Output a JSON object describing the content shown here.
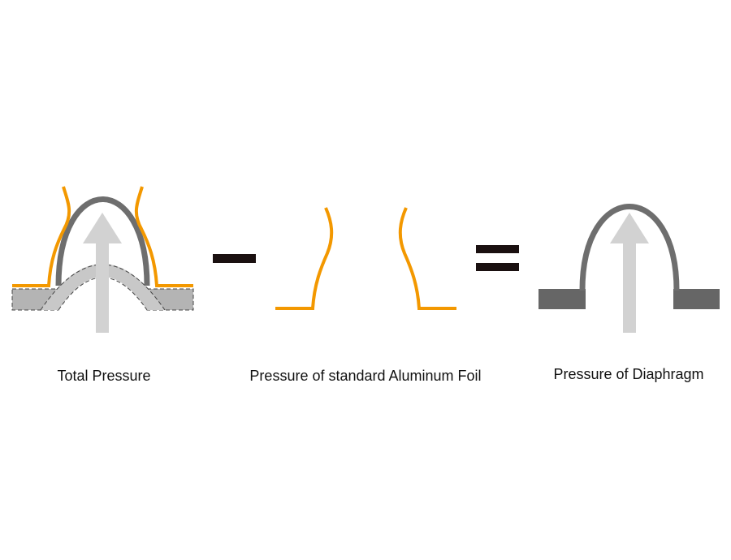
{
  "captions": {
    "total": "Total Pressure",
    "foil": "Pressure of standard Aluminum Foil",
    "diaphragm": "Pressure of Diaphragm"
  },
  "operators": {
    "minus": "minus-sign",
    "equals": "equals-sign"
  },
  "colors": {
    "foil": "#F39800",
    "diaphragm": "#6E6E6E",
    "diaphragm_base": "#666666",
    "arrow": "#D2D2D2",
    "deformed_diaphragm": "#BDBDBD",
    "operator": "#1A1010"
  }
}
